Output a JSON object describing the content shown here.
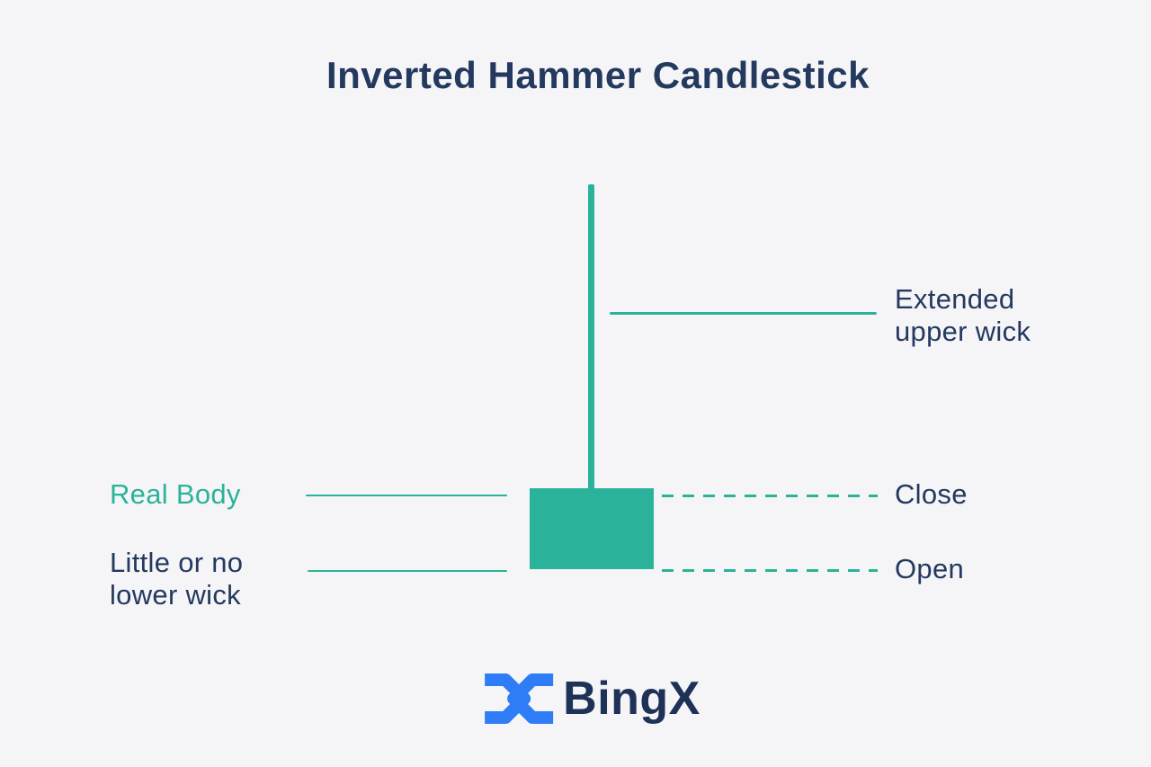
{
  "title": "Inverted Hammer Candlestick",
  "diagram": {
    "type": "candlestick-anatomy",
    "pattern": "inverted-hammer",
    "labels": {
      "extended_upper_wick": "Extended upper wick",
      "real_body": "Real Body",
      "little_or_no_lower_wick": "Little or no lower wick",
      "close": "Close",
      "open": "Open"
    }
  },
  "logo": {
    "brand": "BingX",
    "icon": "bingx-x-mark"
  },
  "colors": {
    "teal": "#2ab39a",
    "navy": "#24395e",
    "blue": "#2e7cf6",
    "bg": "#f5f5f8"
  }
}
